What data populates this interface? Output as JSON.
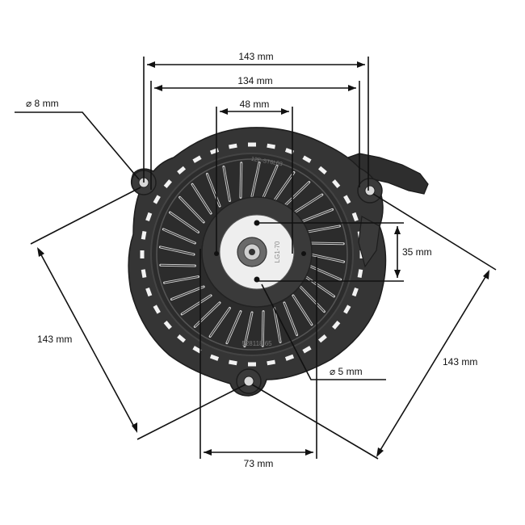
{
  "colors": {
    "background": "#ffffff",
    "part_dark": "#2a2a2a",
    "part_mid": "#3d3d3d",
    "part_light": "#5a5a5a",
    "line": "#111111",
    "hole_highlight": "#d8d8d8"
  },
  "dimensions": {
    "width_outer": "143 mm",
    "width_inner": "134 mm",
    "pawl_span": "48 mm",
    "mount_hole_diameter": "⌀ 8 mm",
    "vertical_offset": "35 mm",
    "small_hole_diameter": "⌀ 5 mm",
    "bottom_span": "73 mm",
    "left_diagonal": "143 mm",
    "right_diagonal": "143 mm"
  },
  "part": {
    "name": "recoil-starter",
    "hub_marking": "LG1-70",
    "rim_marking": "12E-ST6L03",
    "bottom_marking": "528118 65"
  },
  "icons": [
    "recoil-starter-housing",
    "pull-handle",
    "center-hub"
  ]
}
